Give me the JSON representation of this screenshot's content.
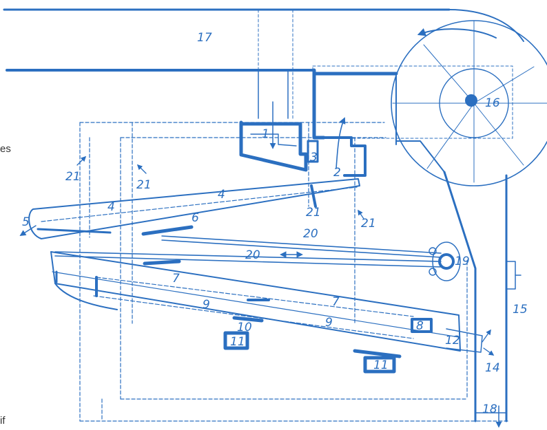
{
  "colors": {
    "line": "#2b6fc0",
    "background": "#ffffff",
    "edge_text": "#333333"
  },
  "edge_text": {
    "left_es": "es",
    "left_if": "if"
  },
  "labels": {
    "l1": "1",
    "l2": "2",
    "l3": "3",
    "l4a": "4",
    "l4b": "4",
    "l5": "5",
    "l6": "6",
    "l7a": "7",
    "l7b": "7",
    "l8": "8",
    "l9a": "9",
    "l9b": "9",
    "l10": "10",
    "l11a": "11",
    "l11b": "11",
    "l12": "12",
    "l14": "14",
    "l15": "15",
    "l16": "16",
    "l17": "17",
    "l18": "18",
    "l19": "19",
    "l20a": "20",
    "l20b": "20",
    "l21a": "21",
    "l21b": "21",
    "l21c": "21",
    "l21d": "21"
  }
}
